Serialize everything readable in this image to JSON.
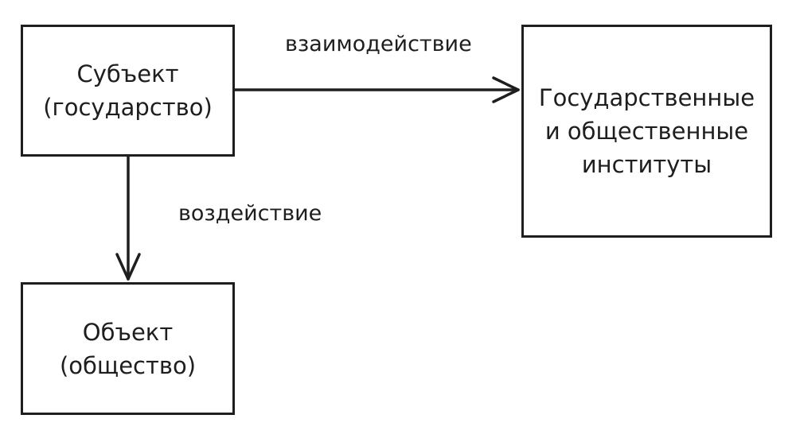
{
  "nodes": {
    "subject": {
      "line1": "Субъект",
      "line2": "(государство)"
    },
    "object": {
      "line1": "Объект",
      "line2": "(общество)"
    },
    "institutions": {
      "line1": "Государственные",
      "line2": "и общественные",
      "line3": "институты"
    }
  },
  "edges": {
    "interaction": {
      "label": "взаимодействие",
      "from": "subject",
      "to": "institutions"
    },
    "influence": {
      "label": "воздействие",
      "from": "subject",
      "to": "object"
    }
  },
  "colors": {
    "stroke": "#1e1e1e",
    "background": "#ffffff"
  }
}
